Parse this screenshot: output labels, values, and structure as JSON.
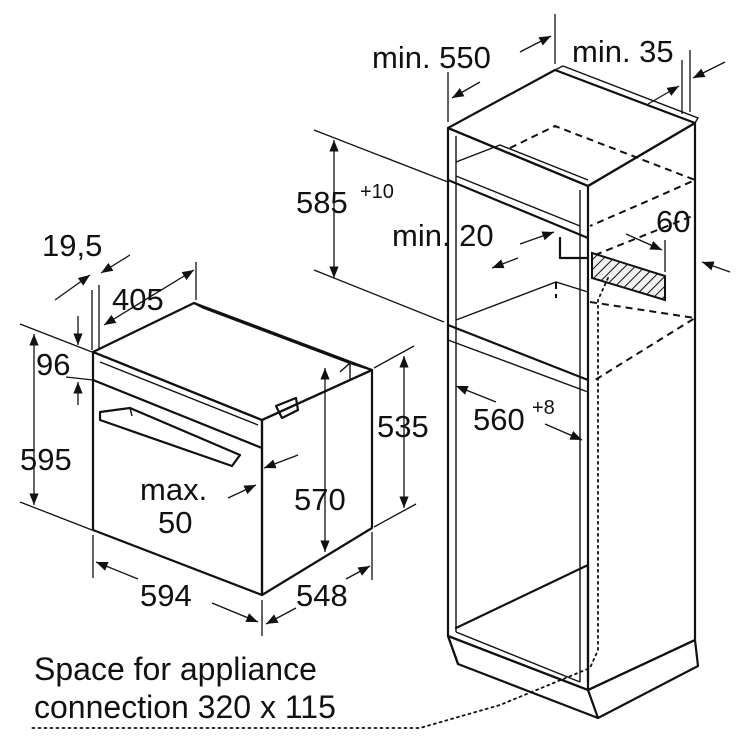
{
  "labels": {
    "d19_5": "19,5",
    "d405": "405",
    "d96": "96",
    "d595": "595",
    "max": "max.",
    "d50": "50",
    "d570": "570",
    "d535": "535",
    "d594": "594",
    "d548": "548",
    "min550": "min. 550",
    "min35": "min. 35",
    "d585": "585",
    "d585_tol": "+10",
    "min20": "min. 20",
    "d60": "60",
    "d560": "560",
    "d560_tol": "+8"
  },
  "caption": {
    "line1": "Space for appliance",
    "line2": "connection 320 x 115"
  }
}
